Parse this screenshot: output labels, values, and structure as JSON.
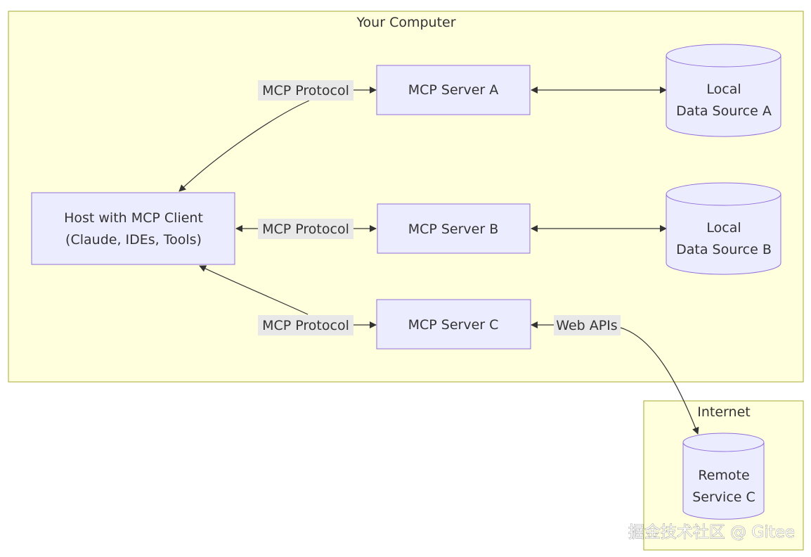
{
  "clusters": {
    "computer": {
      "title": "Your Computer"
    },
    "internet": {
      "title": "Internet"
    }
  },
  "nodes": {
    "host": {
      "line1": "Host with MCP Client",
      "line2": "(Claude, IDEs, Tools)"
    },
    "server_a": {
      "label": "MCP Server A"
    },
    "server_b": {
      "label": "MCP Server B"
    },
    "server_c": {
      "label": "MCP Server C"
    },
    "data_a": {
      "line1": "Local",
      "line2": "Data Source A"
    },
    "data_b": {
      "line1": "Local",
      "line2": "Data Source B"
    },
    "remote_c": {
      "line1": "Remote",
      "line2": "Service C"
    }
  },
  "edges": {
    "host_a": "MCP Protocol",
    "host_b": "MCP Protocol",
    "host_c": "MCP Protocol",
    "c_remote": "Web APIs"
  },
  "watermark": "掘金技术社区 @ Gitee"
}
